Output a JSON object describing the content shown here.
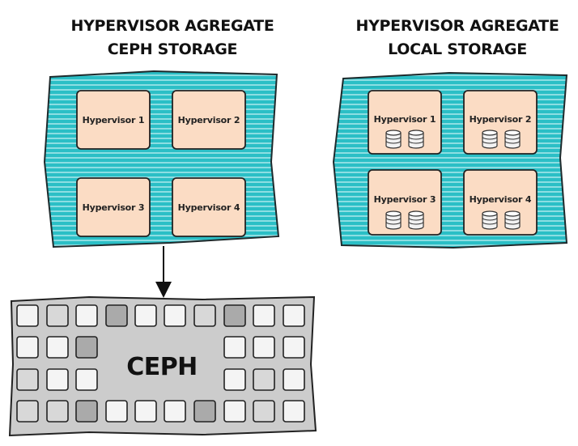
{
  "colors": {
    "aggregate_fill": "#2bbfc6",
    "aggregate_stripe": "#ffffff",
    "hypervisor_fill": "#fbdcc4",
    "ceph_fill": "#cccccc",
    "cell_light": "#f4f4f4",
    "cell_mid": "#d8d8d8",
    "cell_dark": "#aaaaaa",
    "outline": "#222222"
  },
  "left_aggregate": {
    "title_line1": "HYPERVISOR AGREGATE",
    "title_line2": "CEPH STORAGE",
    "hypervisors": [
      {
        "label": "Hypervisor 1",
        "disks": 0
      },
      {
        "label": "Hypervisor 2",
        "disks": 0
      },
      {
        "label": "Hypervisor 3",
        "disks": 0
      },
      {
        "label": "Hypervisor 4",
        "disks": 0
      }
    ]
  },
  "right_aggregate": {
    "title_line1": "HYPERVISOR AGREGATE",
    "title_line2": "LOCAL STORAGE",
    "hypervisors": [
      {
        "label": "Hypervisor 1",
        "disks": 2
      },
      {
        "label": "Hypervisor 2",
        "disks": 2
      },
      {
        "label": "Hypervisor 3",
        "disks": 2
      },
      {
        "label": "Hypervisor 4",
        "disks": 2
      }
    ]
  },
  "ceph": {
    "label": "CEPH",
    "rows": [
      [
        "light",
        "mid",
        "light",
        "dark",
        "light",
        "light",
        "mid",
        "dark",
        "light",
        "light"
      ],
      [
        "light",
        "light",
        "dark",
        "light",
        "light",
        "light"
      ],
      [
        "mid",
        "light",
        "light",
        "light",
        "mid",
        "light"
      ],
      [
        "mid",
        "mid",
        "dark",
        "light",
        "light",
        "light",
        "dark",
        "light",
        "mid",
        "light"
      ]
    ]
  }
}
